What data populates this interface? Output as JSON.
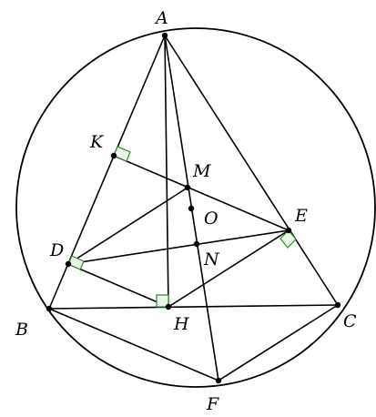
{
  "diagram": {
    "points": {
      "A": "A",
      "B": "B",
      "C": "C",
      "D": "D",
      "E": "E",
      "F": "F",
      "H": "H",
      "K": "K",
      "M": "M",
      "N": "N",
      "O": "O"
    },
    "colors": {
      "stroke": "#000000",
      "right_angle_marker": "#2e8b2e",
      "right_angle_fill": "#eaf6e6"
    }
  }
}
